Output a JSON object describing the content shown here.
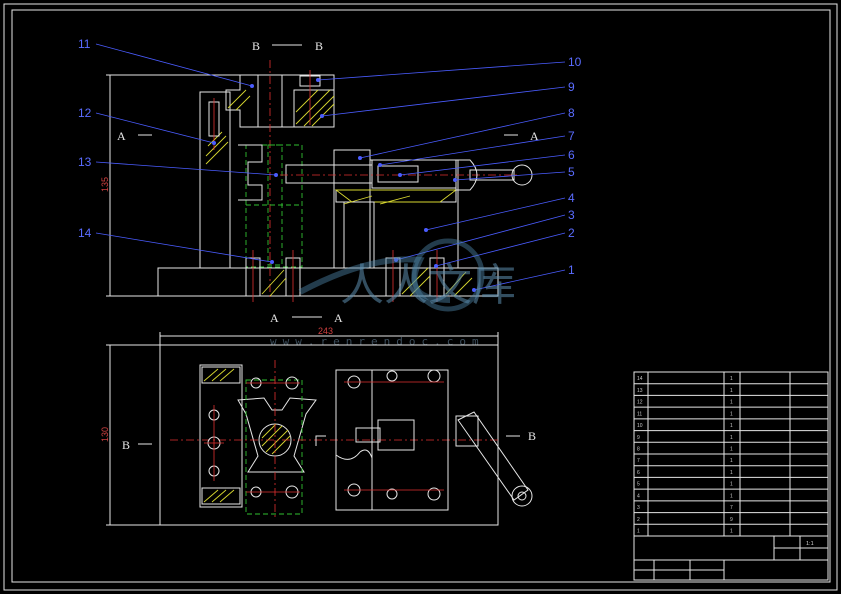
{
  "labels": [
    "1",
    "2",
    "3",
    "4",
    "5",
    "6",
    "7",
    "8",
    "9",
    "10",
    "11",
    "12",
    "13",
    "14"
  ],
  "sections": {
    "bb_top_left": "B",
    "bb_top_right": "B",
    "aa_left": "A",
    "aa_right": "A",
    "aa_left_dash": "A",
    "aa_right_dash": "A",
    "aa_bottom_left": "A",
    "aa_bottom_right": "A",
    "b_left": "B",
    "b_right": "B"
  },
  "dimensions": {
    "height_front": "135",
    "width_plan": "243",
    "height_plan": "130"
  },
  "watermark": {
    "logo": "人人文库",
    "url": "www.renrendoc.com"
  },
  "colors": {
    "background": "#000000",
    "outline": "#e6e6e6",
    "centerline": "#e03030",
    "hidden": "#30c030",
    "leader": "#4a5cff",
    "hatch": "#d8d830"
  },
  "title_block": {
    "rows": [
      "14",
      "13",
      "12",
      "11",
      "10",
      "9",
      "8",
      "7",
      "6",
      "5",
      "4",
      "3",
      "2",
      "1"
    ],
    "qty": [
      "1",
      "1",
      "1",
      "1",
      "1",
      "1",
      "1",
      "1",
      "1",
      "1",
      "1",
      "7",
      "9",
      "1"
    ],
    "scale": "1:1"
  }
}
